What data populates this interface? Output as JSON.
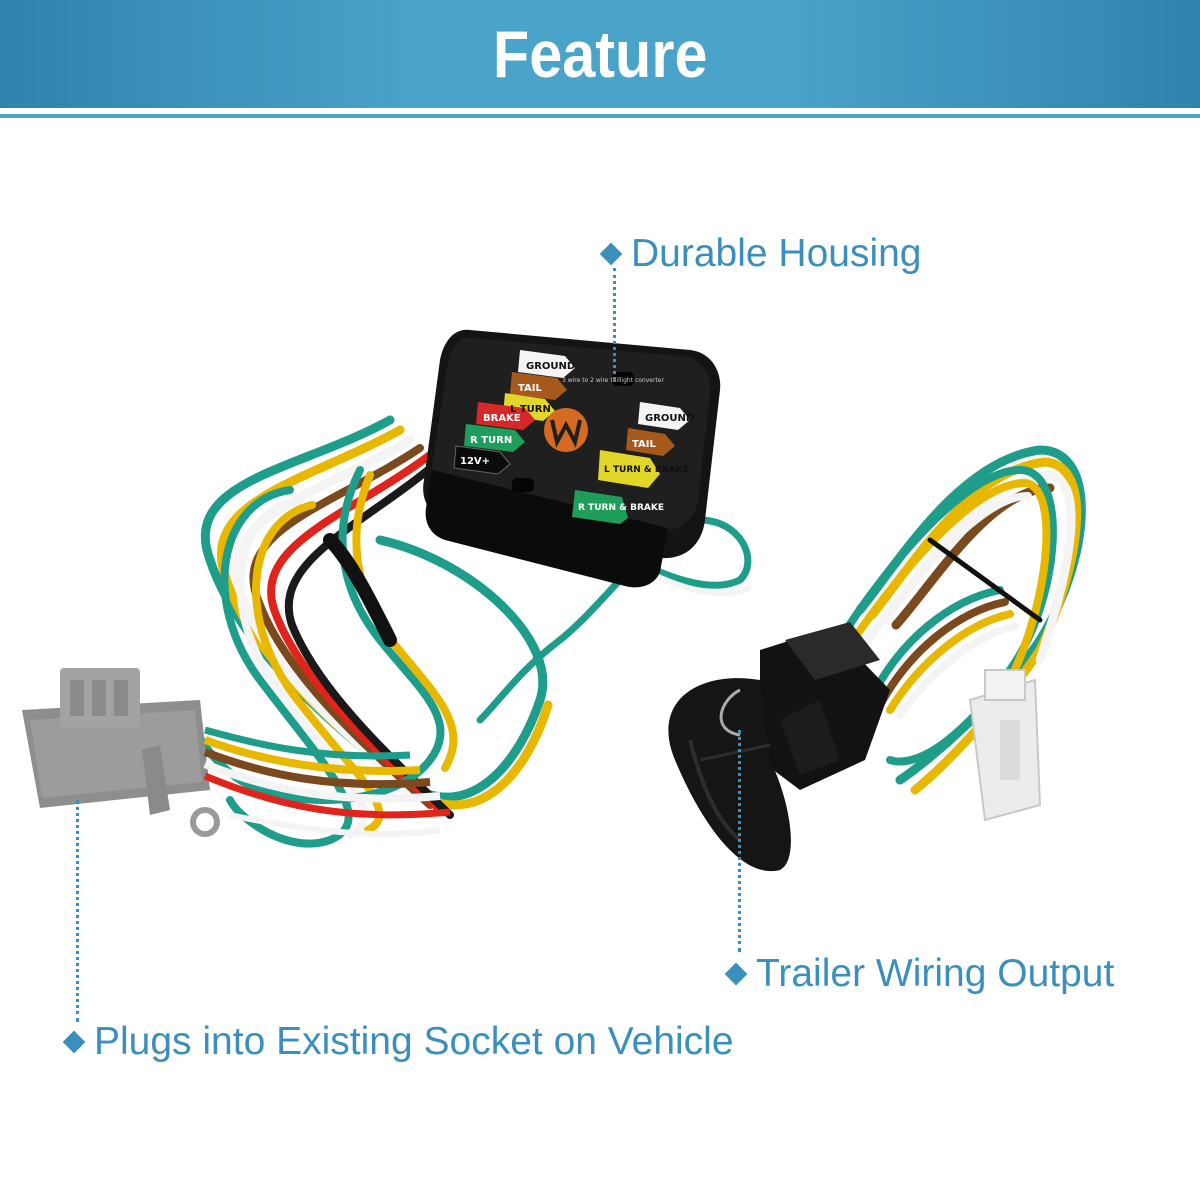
{
  "header": {
    "title": "Feature"
  },
  "callouts": {
    "housing": "Durable Housing",
    "output": "Trailer Wiring Output",
    "socket": "Plugs into Existing Socket on Vehicle"
  },
  "module_labels": {
    "left": [
      "GROUND",
      "TAIL",
      "L TURN",
      "BRAKE",
      "R TURN",
      "12V+"
    ],
    "right": [
      "GROUND",
      "TAIL",
      "L TURN & BRAKE",
      "R TURN & BRAKE"
    ],
    "caption": "3 wire to 2 wire taillight converter"
  },
  "colors": {
    "accent": "#3b8fbd",
    "banner": "#4aa3c9",
    "wire_green": "#1e9e8a",
    "wire_yellow": "#e8b800",
    "wire_brown": "#7a4a1e",
    "wire_white": "#f4f4f4",
    "wire_red": "#e0241b",
    "wire_black": "#1a1a1a"
  }
}
